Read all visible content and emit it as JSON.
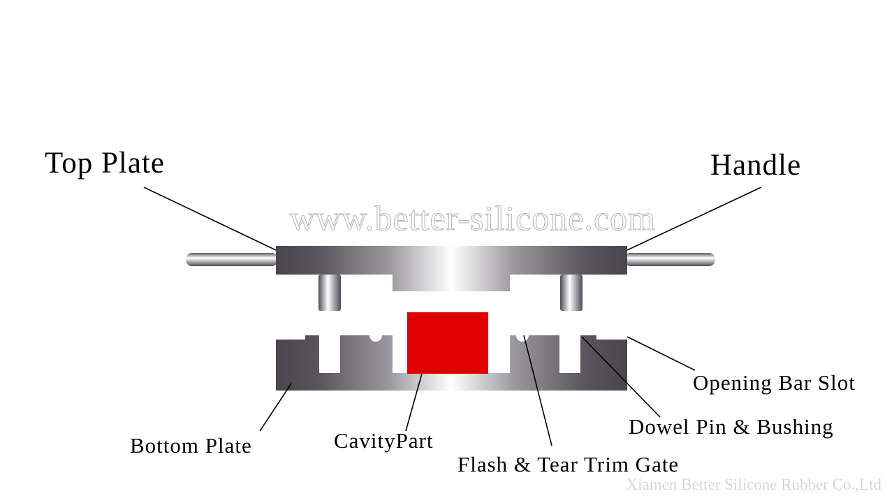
{
  "labels": {
    "top_plate": "Top Plate",
    "handle": "Handle",
    "opening_bar_slot": "Opening Bar Slot",
    "dowel_pin_bushing": "Dowel Pin & Bushing",
    "bottom_plate": "Bottom Plate",
    "cavity_part": "CavityPart",
    "flash_tear_trim_gate": "Flash & Tear Trim Gate"
  },
  "watermark": {
    "url": "www.better-silicone.com",
    "company": "Xiamen Better Silicone Rubber Co.,Ltd"
  },
  "colors": {
    "cavity": "#e00000",
    "plate_dark": "#4a454c",
    "plate_light": "#ffffff"
  }
}
